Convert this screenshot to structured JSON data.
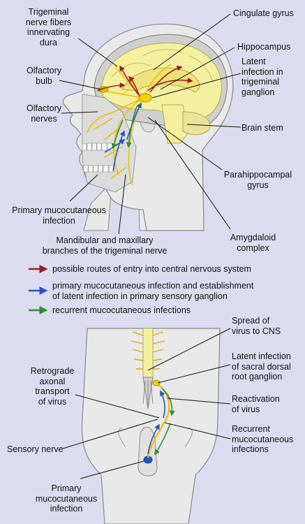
{
  "labels": {
    "trigeminal_fibers": "Trigeminal\nnerve fibers\ninnervating\ndura",
    "olfactory_bulb": "Olfactory\nbulb",
    "olfactory_nerves": "Olfactory\nnerves",
    "primary_mucocutaneous_head": "Primary mucocutaneous\ninfection",
    "mandibular_maxillary": "Mandibular and maxillary\nbranches of the trigeminal nerve",
    "cingulate_gyrus": "Cingulate gyrus",
    "hippocampus": "Hippocampus",
    "latent_trigeminal": "Latent\ninfection in\ntrigeminal\nganglion",
    "brain_stem": "Brain stem",
    "parahippocampal": "Parahippocampal\ngyrus",
    "amygdaloid": "Amygdaloid\ncomplex",
    "spread_cns": "Spread of\nvirus to CNS",
    "latent_sacral": "Latent infection\nof sacral dorsal\nroot ganglion",
    "reactivation": "Reactivation\nof virus",
    "recurrent_lower": "Recurrent\nmucocutaneous\ninfections",
    "retrograde": "Retrograde\naxonal\ntransport\nof virus",
    "sensory_nerve": "Sensory nerve",
    "primary_mucocutaneous_lower": "Primary\nmucocutaneous\ninfection"
  },
  "legend": [
    {
      "text": "possible routes of entry into central nervous system",
      "color": "#9b1c1c"
    },
    {
      "text": "primary mucocutaneous infection and establishment\nof latent infection in primary sensory ganglion",
      "color": "#2255c4"
    },
    {
      "text": "recurrent mucocutaneous infections",
      "color": "#2e8b3a"
    }
  ],
  "colors": {
    "background": "#dcdcf0",
    "skin": "#e9e9e9",
    "brain": "#f5f0a0",
    "nerve": "#e8c200",
    "red_route": "#9b1c1c",
    "blue_route": "#2255c4",
    "green_route": "#2e8b3a"
  }
}
